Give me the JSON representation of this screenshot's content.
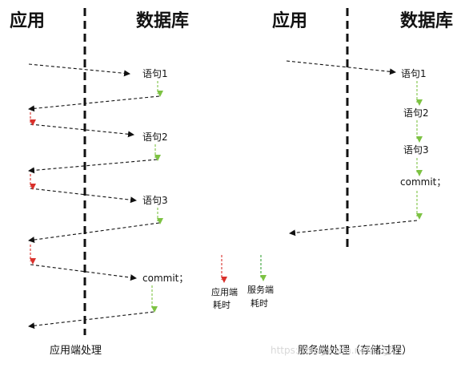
{
  "left_panel": {
    "app_header": "应用",
    "db_header": "数据库",
    "statements": [
      "语句1",
      "语句2",
      "语句3",
      "commit；"
    ],
    "caption": "应用端处理"
  },
  "right_panel": {
    "app_header": "应用",
    "db_header": "数据库",
    "statements": [
      "语句1",
      "语句2",
      "语句3",
      "commit；"
    ],
    "caption": "服务端处理（存储过程）"
  },
  "legend": {
    "app_time": {
      "line1": "应用端",
      "line2": "耗时"
    },
    "server_time": {
      "line1": "服务端",
      "line2": "耗时"
    }
  },
  "watermark": "https://blog.csdn.net/...ght",
  "colors": {
    "arrow": "#111111",
    "app_time": "#d9302b",
    "server_time": "#7dc243"
  }
}
